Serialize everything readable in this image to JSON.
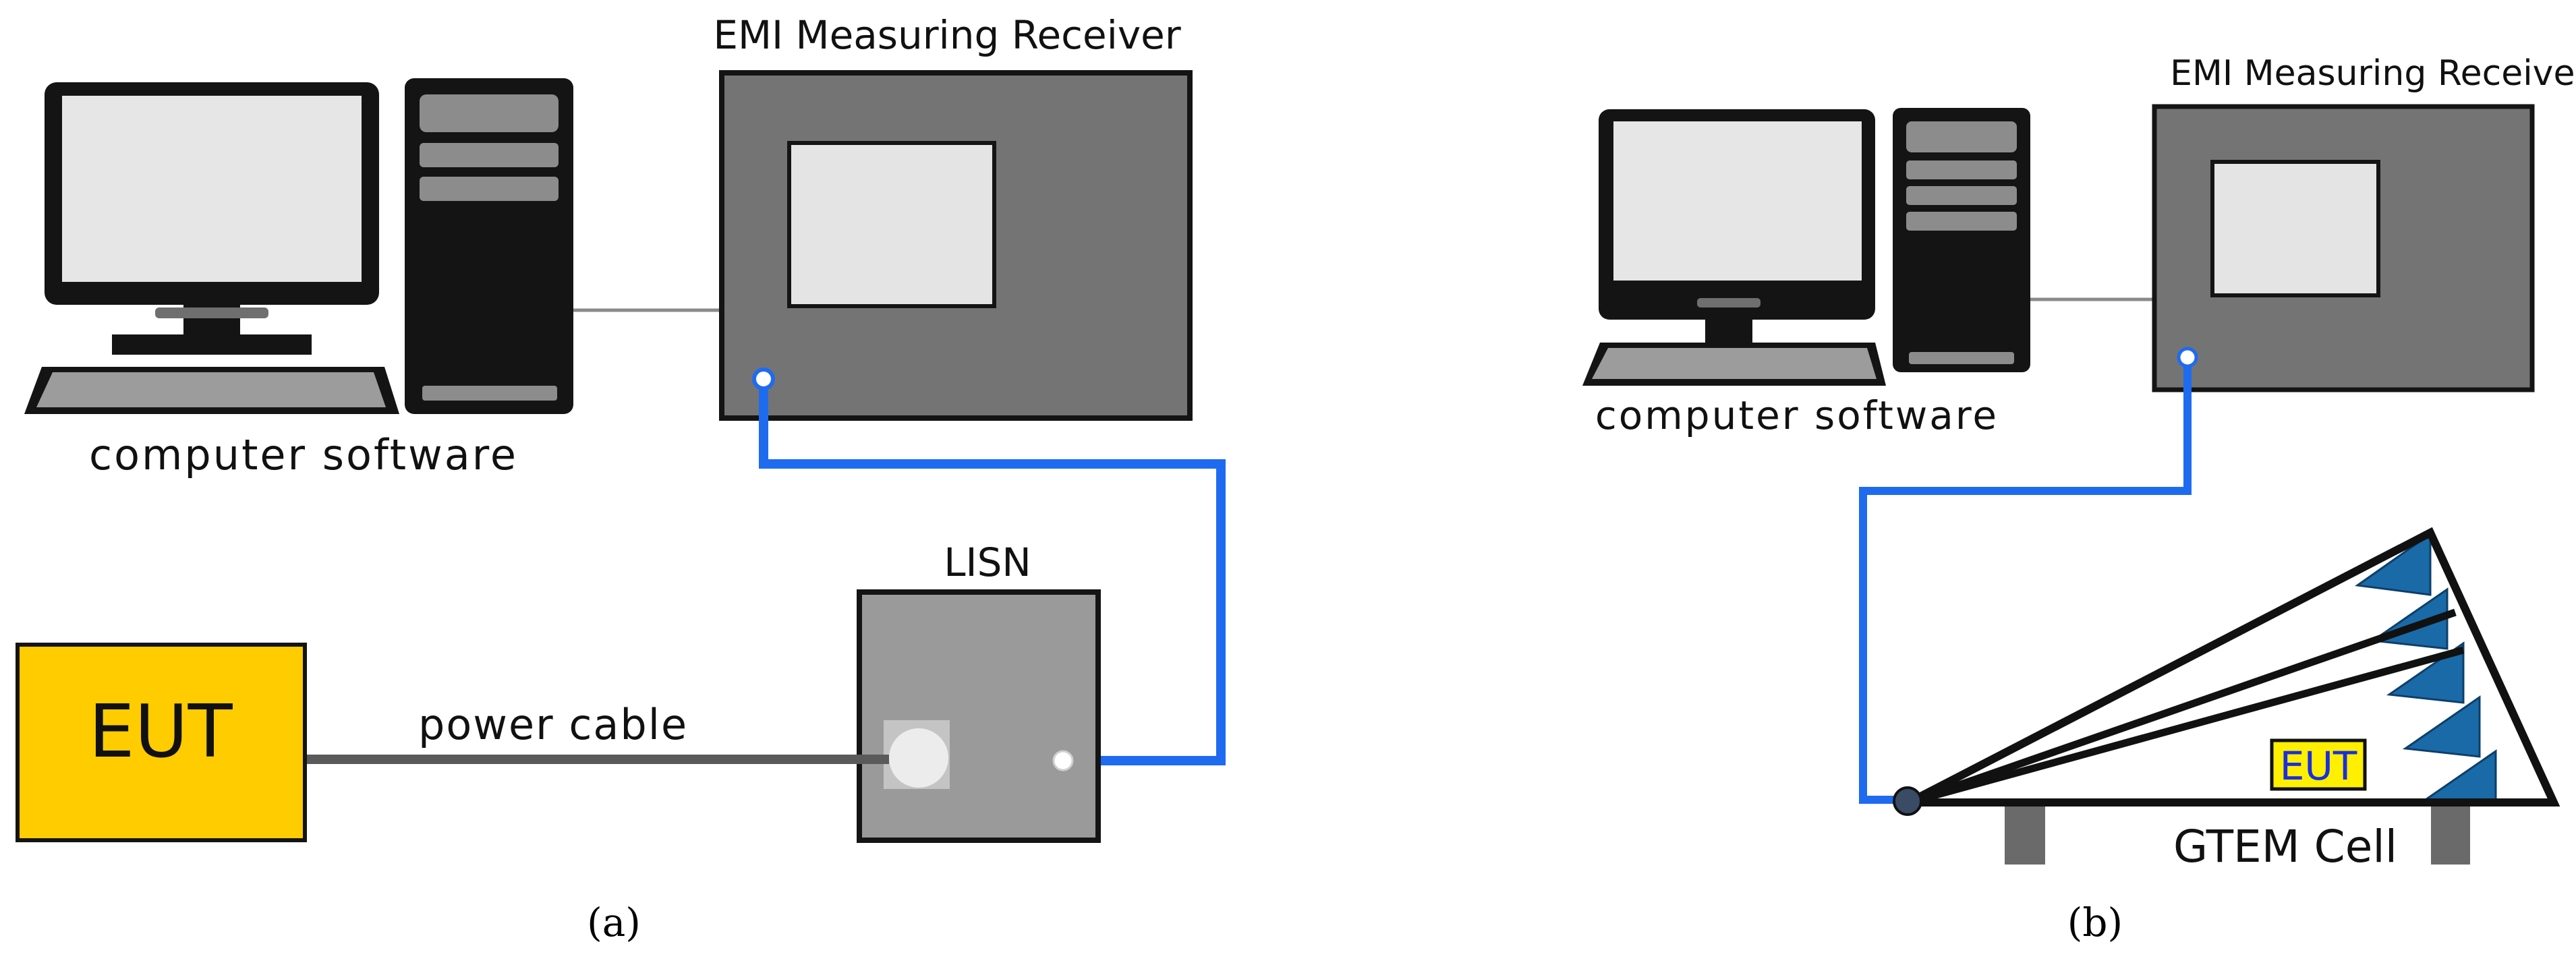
{
  "panel_a": {
    "receiver_label": "EMI Measuring Receiver",
    "computer_label": "computer  software",
    "lisn_label": "LISN",
    "eut_label": "EUT",
    "cable_label": "power cable",
    "caption": "(a)"
  },
  "panel_b": {
    "receiver_label": "EMI Measuring Receiver",
    "computer_label": "computer  software",
    "eut_label": "EUT",
    "gtem_label": "GTEM Cell",
    "caption": "(b)"
  },
  "colors": {
    "cable_blue": "#1f6bf0",
    "eut_yellow": "#ffcc00",
    "absorber_blue": "#1a6aa8",
    "receiver_gray": "#747474",
    "lisn_gray": "#9a9a9a"
  }
}
